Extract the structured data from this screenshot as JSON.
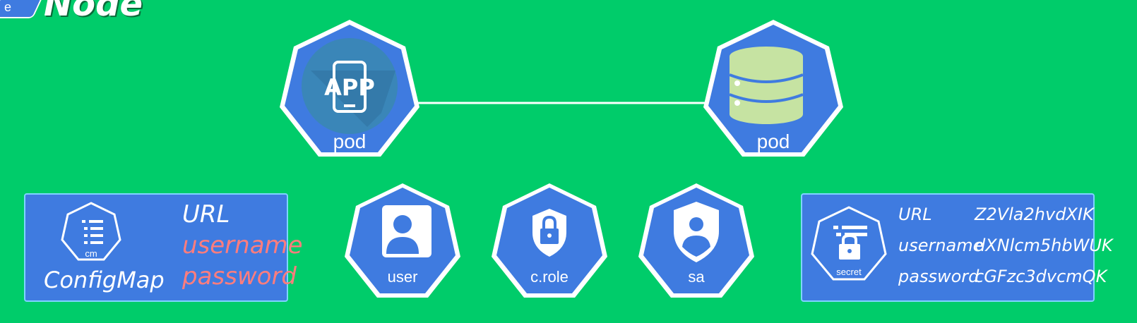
{
  "header": {
    "tag_label": "e",
    "title": "Node"
  },
  "pods": [
    {
      "label": "pod",
      "icon": "app-phone-icon",
      "icon_text": "APP"
    },
    {
      "label": "pod",
      "icon": "database-icon"
    }
  ],
  "rbac": [
    {
      "label": "user",
      "icon": "user-icon"
    },
    {
      "label": "c.role",
      "icon": "lock-icon"
    },
    {
      "label": "sa",
      "icon": "shield-user-icon"
    }
  ],
  "configmap": {
    "caption": "cm",
    "title": "ConfigMap",
    "keys": [
      "URL",
      "username",
      "password"
    ]
  },
  "secret": {
    "caption": "secret",
    "rows": [
      {
        "key": "URL",
        "value": "Z2Vla2hvdXIK"
      },
      {
        "key": "username",
        "value": "dXNlcm5hbWUK"
      },
      {
        "key": "password",
        "value": "cGFzc3dvcmQK"
      }
    ]
  },
  "colors": {
    "background": "#00cc6a",
    "k8s_blue": "#3f7be0",
    "highlight_red": "#ff7d7d",
    "db_green": "#c6e3a2"
  }
}
